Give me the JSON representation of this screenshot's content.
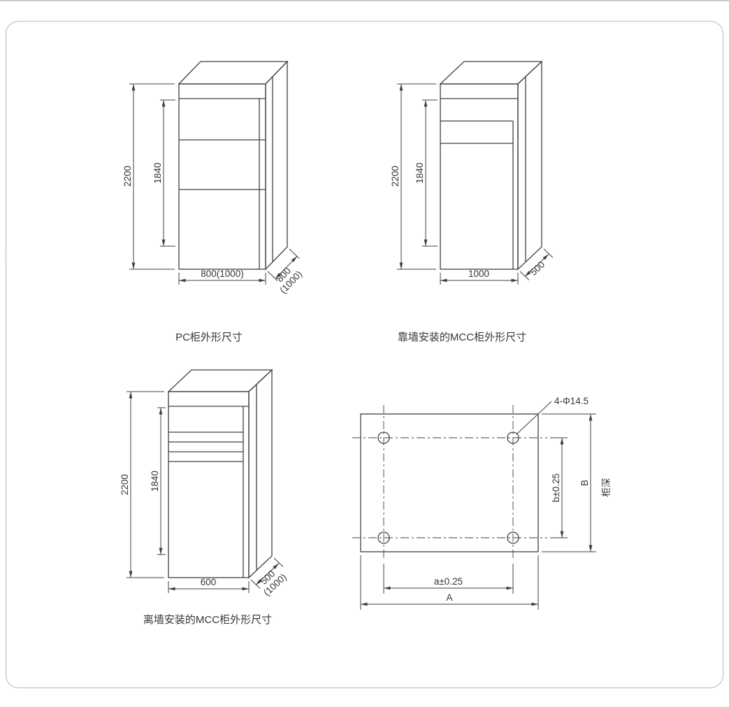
{
  "colors": {
    "background": "#ffffff",
    "border": "#cacdd0",
    "line": "#3c4144",
    "text": "#333638"
  },
  "cabinets": {
    "pc": {
      "caption": "PC柜外形尺寸",
      "height": "2200",
      "inner_height": "1840",
      "width": "800(1000)",
      "depth_line1": "800",
      "depth_line2": "(1000)"
    },
    "mcc_wall": {
      "caption": "靠墙安装的MCC柜外形尺寸",
      "height": "2200",
      "inner_height": "1840",
      "width": "1000",
      "depth": "500"
    },
    "mcc_off_wall": {
      "caption": "离墙安装的MCC柜外形尺寸",
      "height": "2200",
      "inner_height": "1840",
      "width": "600",
      "depth_line1": "500",
      "depth_line2": "(1000)"
    }
  },
  "foundation": {
    "holes_label": "4-Φ14.5",
    "hole_spacing_depth": "b±0.25",
    "overall_depth": "B",
    "depth_axis_label": "柜深",
    "hole_spacing_width": "a±0.25",
    "overall_width": "A"
  }
}
